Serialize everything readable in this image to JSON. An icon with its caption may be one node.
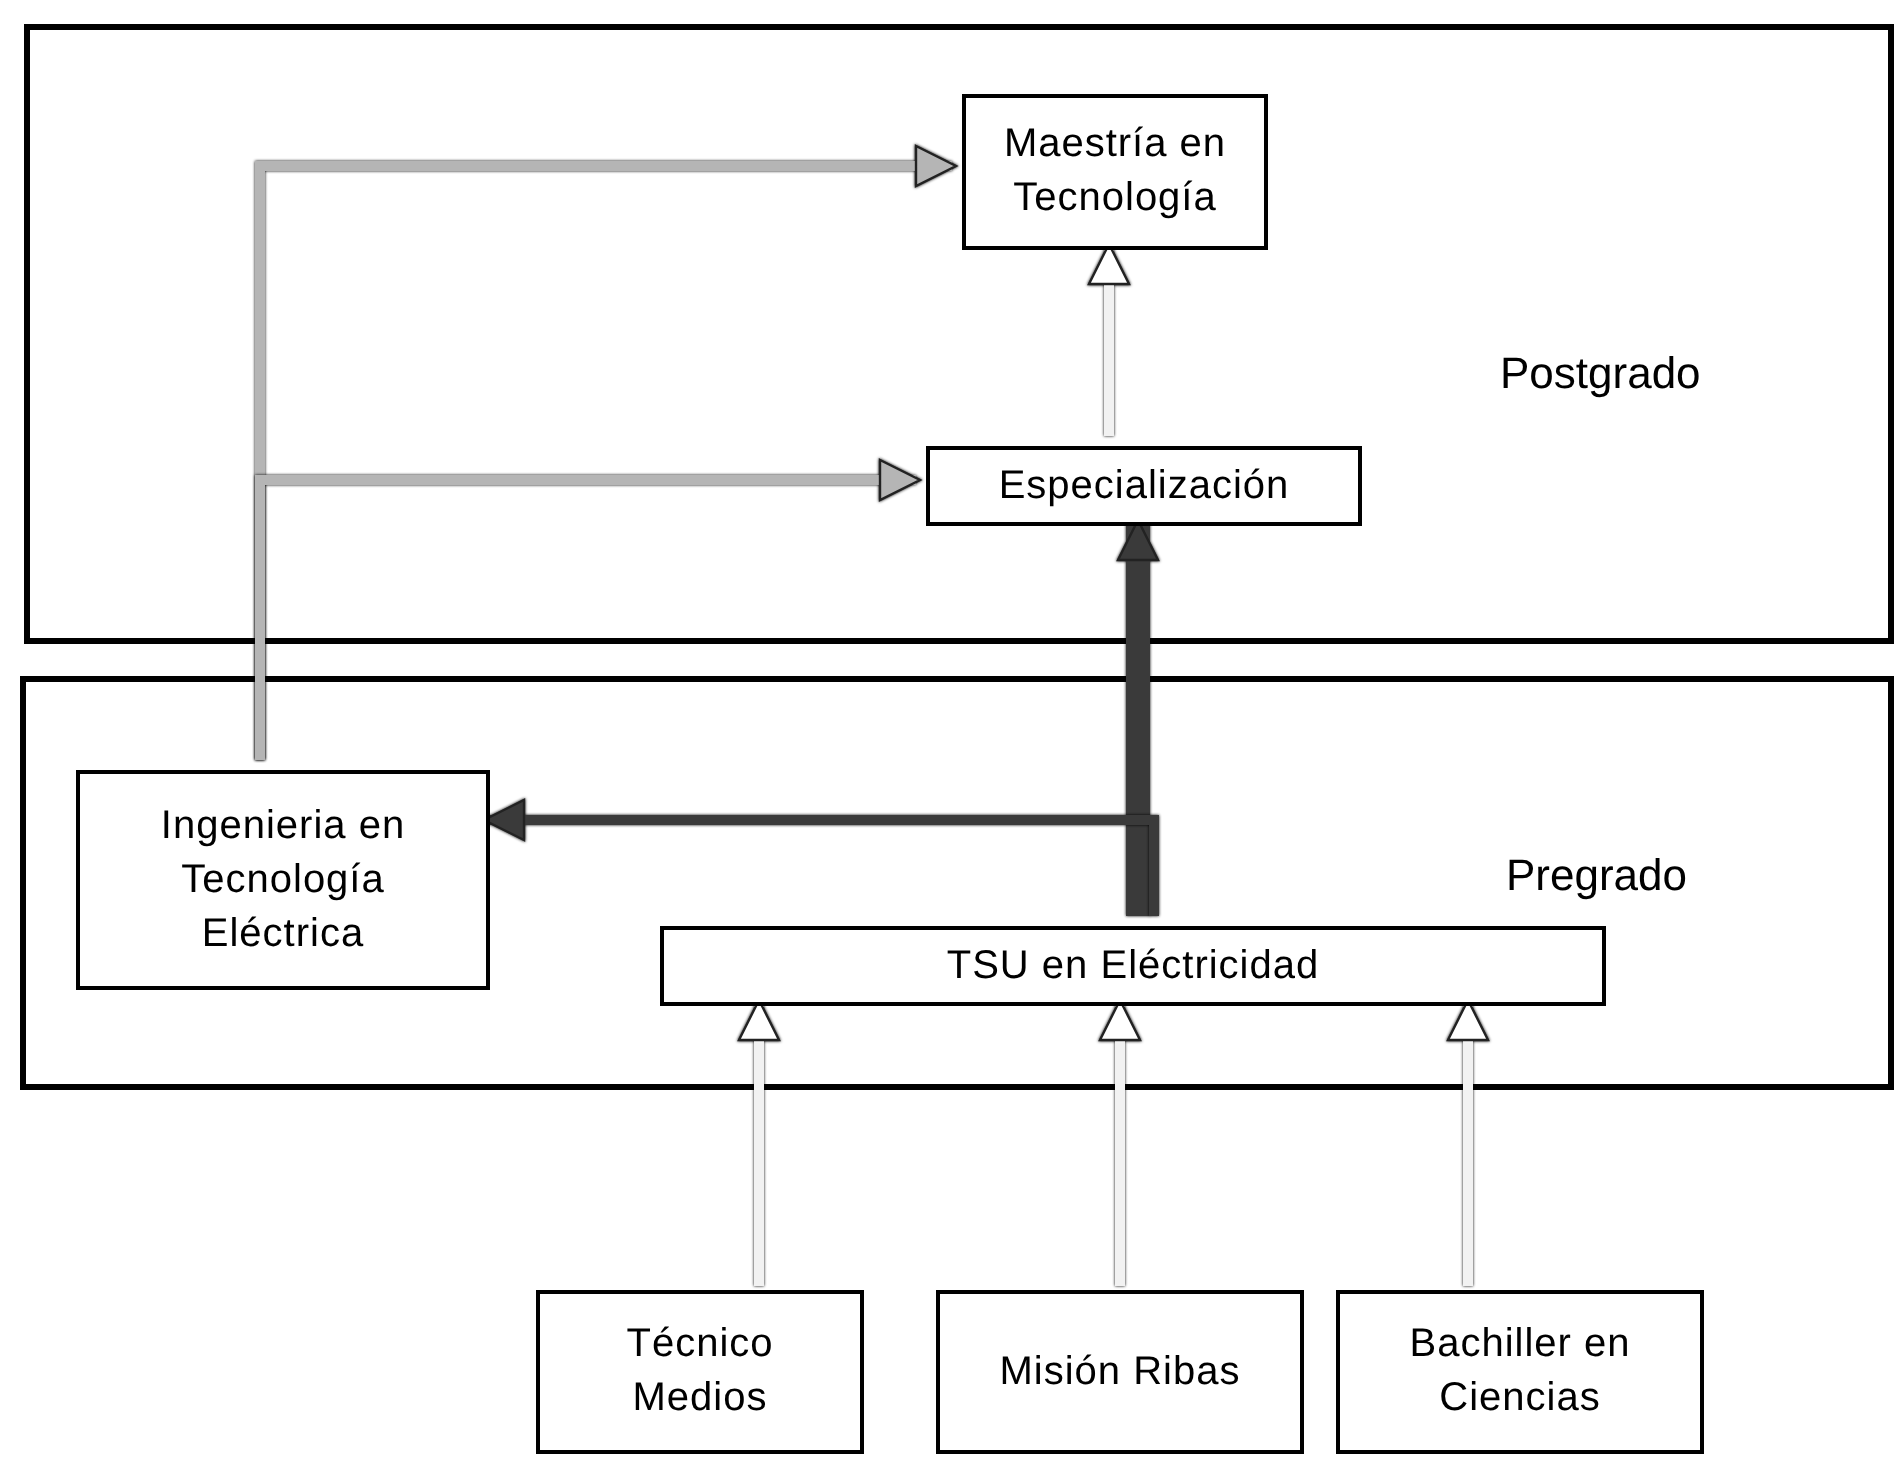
{
  "diagram": {
    "nodes": [
      {
        "text": [
          "Postgrado"
        ]
      },
      {
        "text": [
          "Maestría en Tecnología"
        ],
        "in": 0
      },
      {
        "text": [
          "Especialización"
        ],
        "in": 0
      },
      {
        "text": [
          "Pregrado"
        ]
      },
      {
        "text": [
          "Ingenieria en Tecnología Eléctrica"
        ],
        "in": 3
      },
      {
        "text": [
          "TSU en Eléctricidad"
        ],
        "in": 3
      },
      {
        "text": [
          "Técnico Medios"
        ]
      },
      {
        "text": [
          "Misión Ribas"
        ]
      },
      {
        "text": [
          "Bachiller en Ciencias"
        ]
      }
    ],
    "edges": [
      {
        "from": 4,
        "to": 1,
        "arrow": "to",
        "color": "#b5b5b5"
      },
      {
        "from": 4,
        "to": 2,
        "arrow": "to",
        "color": "#b5b5b5"
      },
      {
        "from": 2,
        "to": 1,
        "arrow": "to"
      },
      {
        "from": 5,
        "to": 2,
        "arrow": "to",
        "style": "thick",
        "color": "#3a3a3a"
      },
      {
        "from": 5,
        "to": 4,
        "arrow": "to",
        "color": "#3a3a3a"
      },
      {
        "from": 6,
        "to": 5,
        "arrow": "to"
      },
      {
        "from": 7,
        "to": 5,
        "arrow": "to"
      },
      {
        "from": 8,
        "to": 5,
        "arrow": "to"
      }
    ]
  }
}
